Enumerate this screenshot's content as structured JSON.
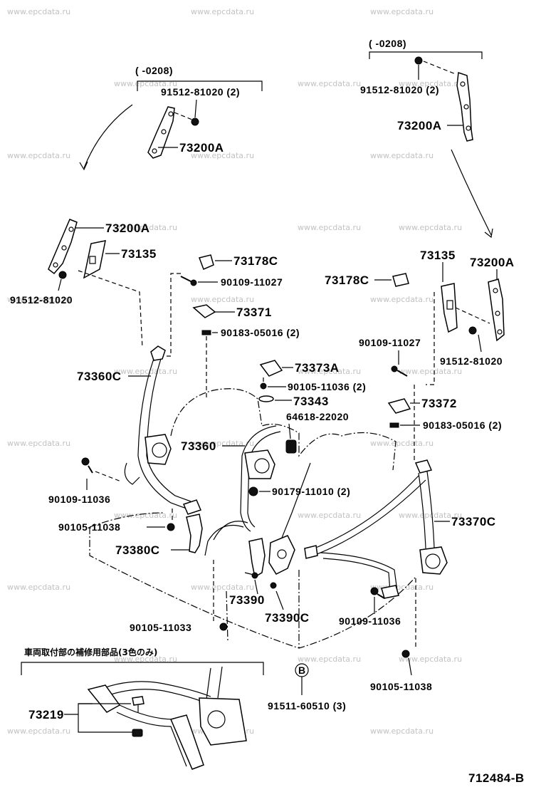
{
  "watermark": "www.epcdata.ru",
  "date_ranges": {
    "left": "(       -0208)",
    "right": "(       -0208)"
  },
  "labels": {
    "bolt_91512_left_top": "91512-81020 (2)",
    "bolt_91512_right_top": "91512-81020 (2)",
    "anchor_73200A_left_top": "73200A",
    "anchor_73200A_right_top": "73200A",
    "anchor_73200A_left": "73200A",
    "cover_73135_left": "73135",
    "bolt_91512_left": "91512-81020",
    "cover_73178C_left": "73178C",
    "bolt_90109_11027_left": "90109-11027",
    "cover_73371": "73371",
    "bolt_90183_05016_left": "90183-05016 (2)",
    "belt_73360C": "73360C",
    "cover_73373A": "73373A",
    "bolt_90105_11036": "90105-11036 (2)",
    "part_73343": "73343",
    "part_64618": "64618-22020",
    "belt_73360": "73360",
    "bolt_90179": "90179-11010 (2)",
    "bolt_90109_11036_left": "90109-11036",
    "bolt_90105_11038_left": "90105-11038",
    "buckle_73380C": "73380C",
    "buckle_73390": "73390",
    "buckle_73390C": "73390C",
    "bolt_90105_11033": "90105-11033",
    "cover_73135_right": "73135",
    "anchor_73200A_right": "73200A",
    "cover_73178C_right": "73178C",
    "bolt_90109_11027_right": "90109-11027",
    "bolt_91512_right": "91512-81020",
    "part_73372": "73372",
    "bolt_90183_05016_right": "90183-05016 (2)",
    "belt_73370C": "73370C",
    "bolt_90109_11036_right": "90109-11036",
    "bolt_90105_11038_right": "90105-11038",
    "ref_B": "B",
    "bolt_91511": "91511-60510 (3)",
    "note_jp": "車両取付部の補修用部品(3色のみ)",
    "part_73219": "73219",
    "diagram_id": "712484-B"
  }
}
